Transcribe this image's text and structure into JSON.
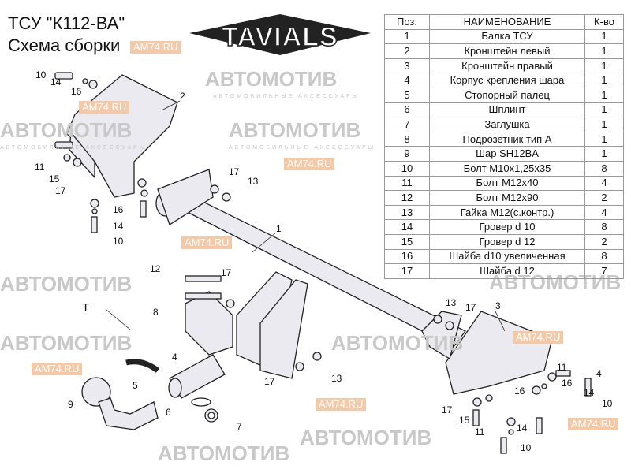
{
  "header": {
    "title_line1": "ТСУ  \"К112-ВА\"",
    "title_line2": "Схема сборки",
    "logo_text": "TAVIALS"
  },
  "watermark": {
    "brand": "АВТОМОТИВ",
    "tagline": "АВТОМОБИЛЬНЫЕ АКСЕССУАРЫ",
    "site": "AM74.RU"
  },
  "table": {
    "headers": [
      "Поз.",
      "НАИМЕНОВАНИЕ",
      "К-во"
    ],
    "rows": [
      [
        "1",
        "Балка ТСУ",
        "1"
      ],
      [
        "2",
        "Кронштейн левый",
        "1"
      ],
      [
        "3",
        "Кронштейн правый",
        "1"
      ],
      [
        "4",
        "Корпус крепления шара",
        "1"
      ],
      [
        "5",
        "Стопорный палец",
        "1"
      ],
      [
        "6",
        "Шплинт",
        "1"
      ],
      [
        "7",
        "Заглушка",
        "1"
      ],
      [
        "8",
        "Подрозетник тип А",
        "1"
      ],
      [
        "9",
        "Шар SH12BA",
        "1"
      ],
      [
        "10",
        "Болт М10х1,25х35",
        "8"
      ],
      [
        "11",
        "Болт М12х40",
        "4"
      ],
      [
        "12",
        "Болт М12х90",
        "2"
      ],
      [
        "13",
        "Гайка М12(с.контр.)",
        "4"
      ],
      [
        "14",
        "Гровер d 10",
        "8"
      ],
      [
        "15",
        "Гровер d 12",
        "2"
      ],
      [
        "16",
        "Шайба d10 увеличенная",
        "8"
      ],
      [
        "17",
        "Шайба d 12",
        "7"
      ]
    ]
  },
  "callouts": [
    "10",
    "14",
    "16",
    "2",
    "11",
    "15",
    "17",
    "16",
    "14",
    "10",
    "17",
    "13",
    "1",
    "12",
    "17",
    "8",
    "T",
    "4",
    "5",
    "9",
    "6",
    "7",
    "17",
    "13",
    "13",
    "17",
    "3",
    "11",
    "16",
    "4",
    "14",
    "16",
    "10",
    "17",
    "15",
    "11",
    "14",
    "10"
  ],
  "colors": {
    "part_fill": "#ebeaf0",
    "watermark_orange": "#f3c9a8",
    "watermark_gray": "#c8c8c8"
  }
}
